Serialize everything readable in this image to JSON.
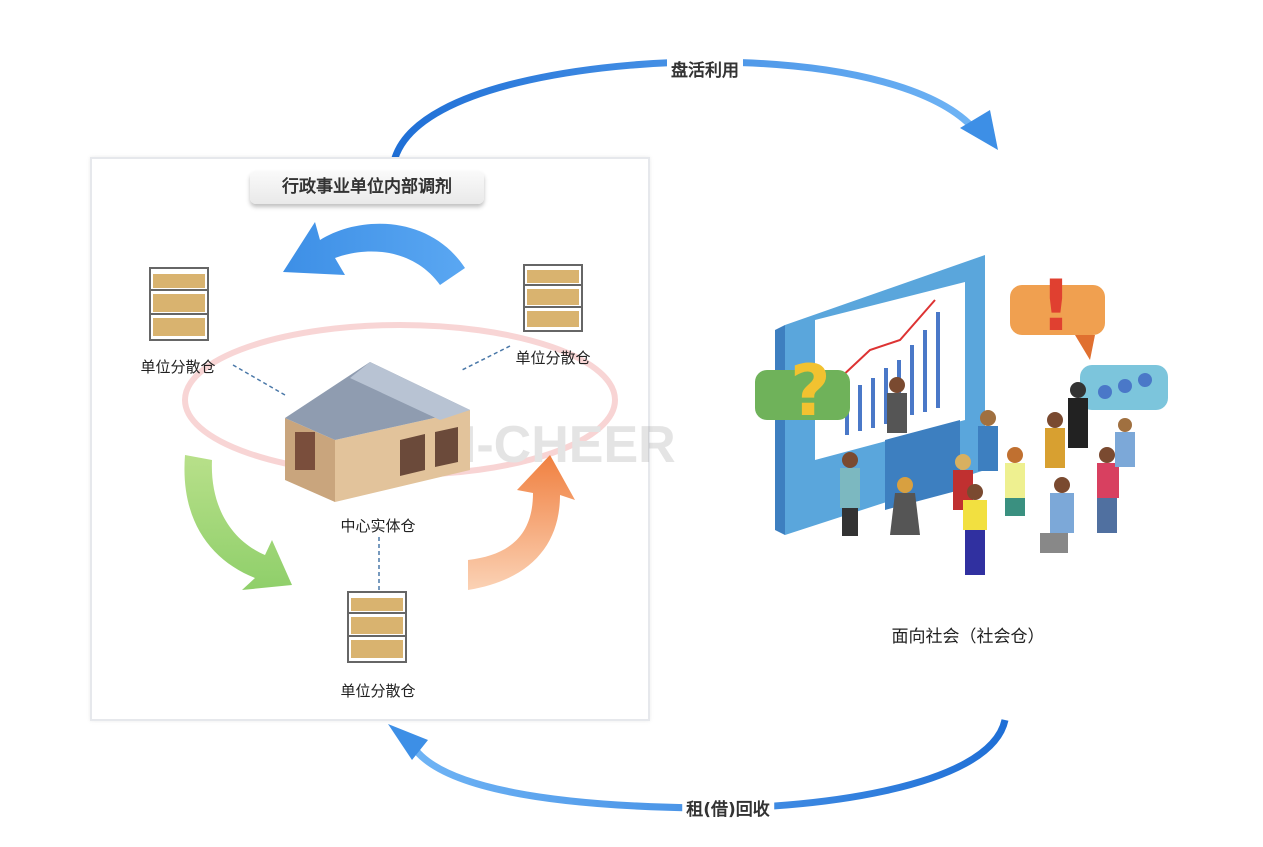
{
  "flows": {
    "top_label": "盘活利用",
    "bottom_label": "租(借)回收"
  },
  "internal": {
    "title": "行政事业单位内部调剂",
    "center_label": "中心实体仓",
    "unit_labels": [
      "单位分散仓",
      "单位分散仓",
      "单位分散仓"
    ]
  },
  "society": {
    "label": "面向社会（社会仓）"
  },
  "watermark": "JOIN-CHEER",
  "colors": {
    "blue": "#3d8fe6",
    "green": "#9fd36b",
    "orange": "#f39155",
    "frame": "#e6e8ec"
  }
}
